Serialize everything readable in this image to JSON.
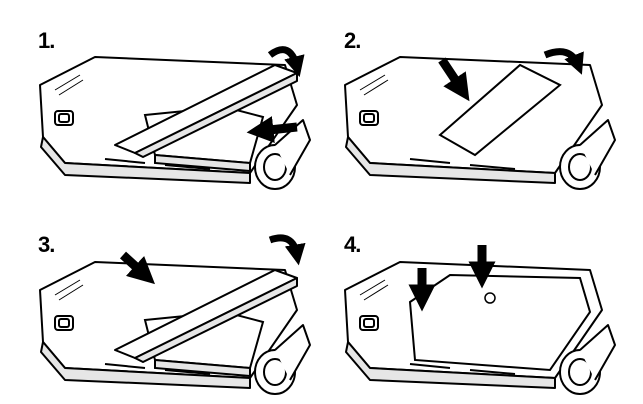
{
  "steps": [
    {
      "label": "1.",
      "action": "remove-cover"
    },
    {
      "label": "2.",
      "action": "insert-battery"
    },
    {
      "label": "3.",
      "action": "replace-cover"
    },
    {
      "label": "4.",
      "action": "press-cover"
    }
  ],
  "colors": {
    "line": "#000000",
    "fill": "#ffffff",
    "shade": "#e6e6e6"
  }
}
